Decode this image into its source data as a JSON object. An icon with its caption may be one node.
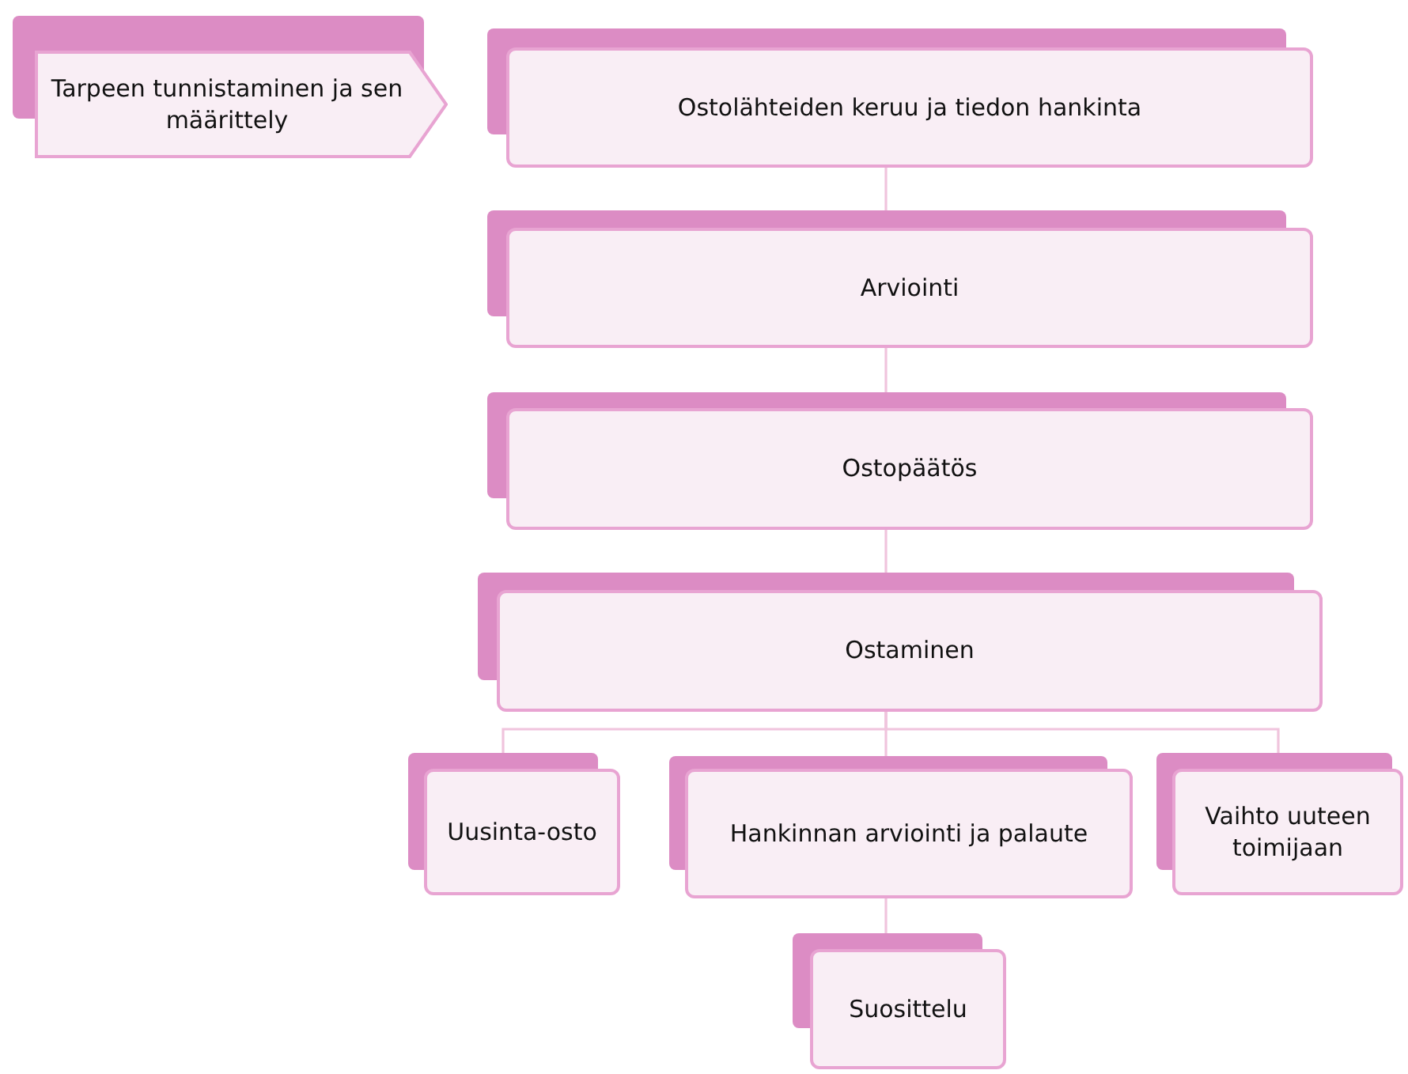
{
  "diagram": {
    "nodes": [
      {
        "text": [
          "Tarpeen tunnistaminen ja sen määrittely"
        ]
      },
      {
        "text": [
          "Ostolähteiden keruu ja tiedon hankinta"
        ]
      },
      {
        "text": [
          "Arviointi"
        ]
      },
      {
        "text": [
          "Ostopäätös"
        ]
      },
      {
        "text": [
          "Ostaminen"
        ]
      },
      {
        "text": [
          "Uusinta-osto"
        ]
      },
      {
        "text": [
          "Hankinnan arviointi ja palaute"
        ]
      },
      {
        "text": [
          "Vaihto uuteen toimijaan"
        ]
      },
      {
        "text": [
          "Suosittelu"
        ]
      }
    ],
    "edges": [
      {
        "from": 1,
        "to": 2,
        "arrow": "none"
      },
      {
        "from": 2,
        "to": 3,
        "arrow": "none"
      },
      {
        "from": 3,
        "to": 4,
        "arrow": "none"
      },
      {
        "from": 4,
        "to": 5,
        "arrow": "none"
      },
      {
        "from": 4,
        "to": 6,
        "arrow": "none"
      },
      {
        "from": 4,
        "to": 7,
        "arrow": "none"
      },
      {
        "from": 6,
        "to": 8,
        "arrow": "none"
      }
    ]
  }
}
